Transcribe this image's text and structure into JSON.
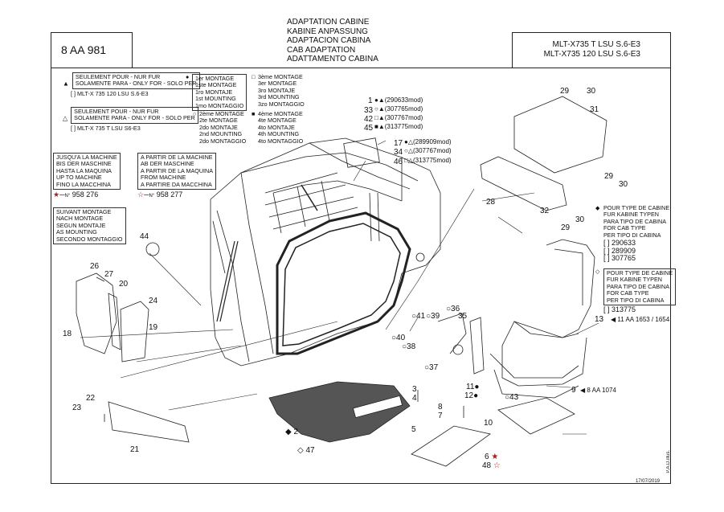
{
  "header": {
    "titles": [
      "ADAPTATION CABINE",
      "KABINE ANPASSUNG",
      "ADAPTACION CABINA",
      "CAB ADAPTATION",
      "ADATTAMENTO CABINA"
    ],
    "code": "8 AA 981",
    "models": [
      "MLT-X735 T LSU S.6-E3",
      "MLT-X735 120 LSU S.6-E3"
    ]
  },
  "notes": {
    "solely_filled": [
      "SEULEMENT POUR - NUR FUR",
      "SOLAMENTE PARA - ONLY FOR - SOLO PER"
    ],
    "solely_filled_model": "MLT-X 735 120 LSU S.6-E3",
    "solely_open": [
      "SEULEMENT POUR - NUR FUR",
      "SOLAMENTE PARA - ONLY FOR - SOLO PER"
    ],
    "solely_open_model": "MLT-X 735 T LSU S6-E3",
    "mount1": [
      "1er MONTAGE",
      "1ste MONTAGE",
      "1ro MONTAJE",
      "1st MOUNTING",
      "1mo MONTAGGIO"
    ],
    "mount2": [
      "2ème MONTAGE",
      "2te MONTAGE",
      "2do MONTAJE",
      "2nd MOUNTING",
      "2do MONTAGGIO"
    ],
    "mount3": [
      "3ème MONTAGE",
      "3er MONTAGE",
      "3ro MONTAJE",
      "3rd MOUNTING",
      "3zo MONTAGGIO"
    ],
    "mount4": [
      "4ème MONTAGE",
      "4te MONTAGE",
      "4to MONTAJE",
      "4th MOUNTING",
      "4to MONTAGGIO"
    ],
    "until": [
      "JUSQU'A LA MACHINE",
      "BIS DER MASCHINE",
      "HASTA LA MAQUINA",
      "UP TO MACHINE",
      "FINO LA MACCHINA"
    ],
    "until_number": "958 276",
    "from": [
      "A PARTIR DE LA MACHINE",
      "AB DER MASCHINE",
      "A PARTIR DE LA MAQUINA",
      "FROM MACHINE",
      "A PARTIRE DA MACCHINA"
    ],
    "from_number": "958 277",
    "according": [
      "SUIVANT MONTAGE",
      "NACH MONTAGE",
      "SEGUN MONTAJE",
      "AS MOUNTING",
      "SECONDO MONTAGGIO"
    ],
    "cabtype_filled": [
      "POUR TYPE DE CABINE",
      "FUR KABINE TYPEN",
      "PARA TIPO DE CABINA",
      "FOR CAB TYPE",
      "PER TIPO DI CABINA"
    ],
    "cabtype_filled_codes": [
      "290633",
      "289909",
      "307765"
    ],
    "cabtype_open": [
      "POUR TYPE DE CABINE",
      "FUR KABINE TYPEN",
      "PARA TIPO DE CABINA",
      "FOR CAB TYPE",
      "PER TIPO DI CABINA"
    ],
    "cabtype_open_code": "313775",
    "nr": "N°"
  },
  "refs": {
    "r1": "(290633mod)",
    "r33": "(307765mod)",
    "r42": "(307767mod)",
    "r45": "(313775mod)",
    "r17": "(289909mod)",
    "r34": "(307767mod)",
    "r46": "(313775mod)",
    "r13": "11 AA 1653 / 1654",
    "r9": "8 AA 1074"
  },
  "callouts": [
    "1",
    "33",
    "42",
    "45",
    "17",
    "34",
    "46",
    "29",
    "30",
    "31",
    "29",
    "30",
    "28",
    "32",
    "29",
    "30",
    "44",
    "26",
    "27",
    "20",
    "18",
    "24",
    "19",
    "41",
    "39",
    "36",
    "35",
    "40",
    "38",
    "37",
    "13",
    "9",
    "11",
    "12",
    "43",
    "3",
    "4",
    "2",
    "47",
    "5",
    "8",
    "7",
    "10",
    "6",
    "48",
    "22",
    "23",
    "21"
  ],
  "footer": {
    "date": "17/07/2019",
    "side": "P.A.D.illus."
  }
}
